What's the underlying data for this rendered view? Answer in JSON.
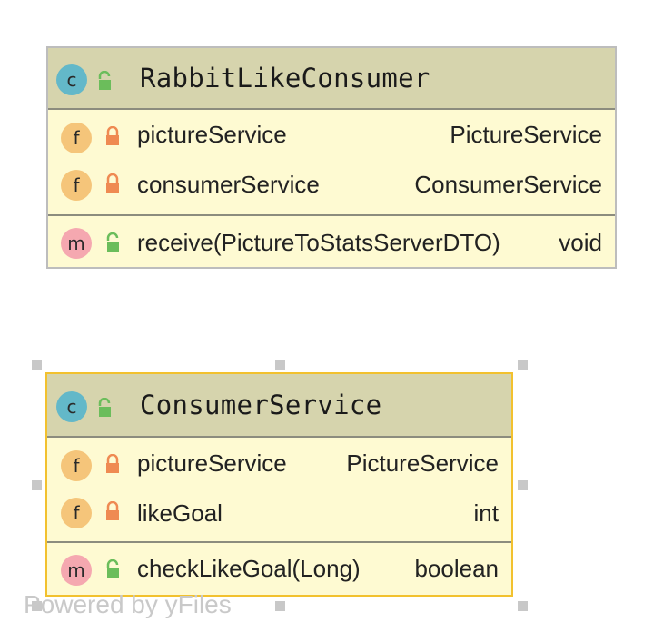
{
  "diagram": {
    "classes": [
      {
        "kind_icon": "c",
        "name": "RabbitLikeConsumer",
        "fields": [
          {
            "icon": "f",
            "name": "pictureService",
            "type": "PictureService"
          },
          {
            "icon": "f",
            "name": "consumerService",
            "type": "ConsumerService"
          }
        ],
        "methods": [
          {
            "icon": "m",
            "name": "receive(PictureToStatsServerDTO)",
            "type": "void"
          }
        ]
      },
      {
        "kind_icon": "c",
        "name": "ConsumerService",
        "fields": [
          {
            "icon": "f",
            "name": "pictureService",
            "type": "PictureService"
          },
          {
            "icon": "f",
            "name": "likeGoal",
            "type": "int"
          }
        ],
        "methods": [
          {
            "icon": "m",
            "name": "checkLikeGoal(Long)",
            "type": "boolean"
          }
        ]
      }
    ],
    "watermark": "Powered by yFiles",
    "colors": {
      "header": "#d6d4ad",
      "body": "#fefad2",
      "class_icon": "#63b8c9",
      "field_icon": "#f5c57a",
      "method_icon": "#f5a8b0",
      "private_lock": "#ef8a52",
      "public_lock": "#6bbd5b",
      "selection_border": "#f2c12e"
    }
  }
}
